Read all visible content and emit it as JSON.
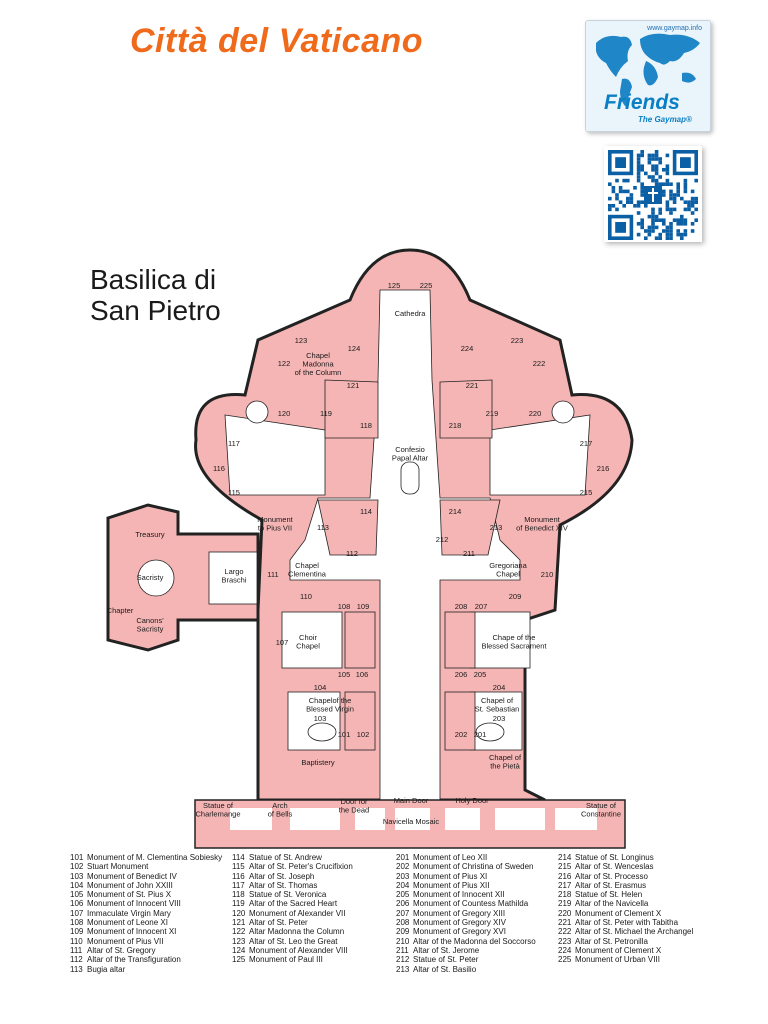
{
  "header": {
    "title": "Città del Vaticano",
    "logo_url": "www.gaymap.info",
    "logo_name": "Friends",
    "logo_tagline": "The Gaymap®",
    "subtitle_line1": "Basilica di",
    "subtitle_line2": "San Pietro"
  },
  "colors": {
    "title": "#f06a1c",
    "floor": "#f5b5b5",
    "wall": "#222222",
    "logo_blue": "#0a7fc4"
  },
  "map": {
    "areas": {
      "cathedra": "Cathedra",
      "chapel_column": "Chapel\nMadonna\nof the Column",
      "confessio": "Confesio\nPapal Altar",
      "monument_pius_vii": "Monument\nto Pius VII",
      "monument_benedict_xiv": "Monument\nof Benedict XIV",
      "treasury": "Treasury",
      "sacristy": "Sacristy",
      "chapter": "Chapter",
      "canons_sacristy": "Canons'\nSacristy",
      "largo_braschi": "Largo\nBraschi",
      "chapel_clementina": "Chapel\nClementina",
      "gregoriana_chapel": "Gregoriana\nChapel",
      "choir_chapel": "Choir\nChapel",
      "blessed_sacrament": "Chape of the\nBlessed Sacrament",
      "blessed_virgin": "Chapelof the\nBlessed Virgin",
      "st_sebastian": "Chapel of\nSt. Sebastian",
      "baptistery": "Baptistery",
      "pieta": "Chapel of\nthe Pietà",
      "charlemagne": "Statue of\nCharlemange",
      "arch_bells": "Arch\nof Bells",
      "door_dead": "Door for\nthe Dead",
      "main_door": "Main Door",
      "holy_door": "Holy Door",
      "constantine": "Statue of\nConstantine",
      "navicella": "Navicella Mosaic"
    },
    "numbers": [
      "101",
      "102",
      "103",
      "104",
      "105",
      "106",
      "107",
      "108",
      "109",
      "110",
      "111",
      "112",
      "113",
      "114",
      "115",
      "116",
      "117",
      "118",
      "119",
      "120",
      "121",
      "122",
      "123",
      "124",
      "125",
      "201",
      "202",
      "203",
      "204",
      "205",
      "206",
      "207",
      "208",
      "209",
      "210",
      "211",
      "212",
      "213",
      "214",
      "215",
      "216",
      "217",
      "218",
      "219",
      "220",
      "221",
      "222",
      "223",
      "224",
      "225"
    ]
  },
  "legend": {
    "col1": [
      {
        "n": "101",
        "t": "Monument of M. Clementina Sobiesky"
      },
      {
        "n": "102",
        "t": "Stuart Monument"
      },
      {
        "n": "103",
        "t": "Monument of Benedict IV"
      },
      {
        "n": "104",
        "t": "Monument of John XXIII"
      },
      {
        "n": "105",
        "t": "Monument of St. Pius X"
      },
      {
        "n": "106",
        "t": "Monument of Innocent VIII"
      },
      {
        "n": "107",
        "t": "Immaculate Virgin Mary"
      },
      {
        "n": "108",
        "t": "Monument of Leone XI"
      },
      {
        "n": "109",
        "t": "Monument of Innocent XI"
      },
      {
        "n": "110",
        "t": "Monument of Pius VII"
      },
      {
        "n": "111",
        "t": "Altar of St. Gregory"
      },
      {
        "n": "112",
        "t": "Altar of the Transfiguration"
      },
      {
        "n": "113",
        "t": "Bugia altar"
      }
    ],
    "col2": [
      {
        "n": "114",
        "t": "Statue of St. Andrew"
      },
      {
        "n": "115",
        "t": "Altar of St. Peter's Crucifixion"
      },
      {
        "n": "116",
        "t": "Altar of St. Joseph"
      },
      {
        "n": "117",
        "t": "Altar of St. Thomas"
      },
      {
        "n": "118",
        "t": "Statue of St. Veronica"
      },
      {
        "n": "119",
        "t": "Altar of the Sacred Heart"
      },
      {
        "n": "120",
        "t": "Monument of Alexander VII"
      },
      {
        "n": "121",
        "t": "Altar of St. Peter"
      },
      {
        "n": "122",
        "t": "Altar Madonna the Column"
      },
      {
        "n": "123",
        "t": "Altar of St. Leo the Great"
      },
      {
        "n": "124",
        "t": "Monument of Alexander VIII"
      },
      {
        "n": "125",
        "t": "Monument of Paul III"
      }
    ],
    "col3": [
      {
        "n": "201",
        "t": "Monument of Leo XII"
      },
      {
        "n": "202",
        "t": "Monument of Christina of Sweden"
      },
      {
        "n": "203",
        "t": "Monument of Pius XI"
      },
      {
        "n": "204",
        "t": "Monument of Pius XII"
      },
      {
        "n": "205",
        "t": "Monument of Innocent XII"
      },
      {
        "n": "206",
        "t": "Monument of Countess Mathilda"
      },
      {
        "n": "207",
        "t": "Monument of Gregory XIII"
      },
      {
        "n": "208",
        "t": "Monument of Gregory XIV"
      },
      {
        "n": "209",
        "t": "Monument of Gregory XVI"
      },
      {
        "n": "210",
        "t": "Altar of the Madonna del Soccorso"
      },
      {
        "n": "211",
        "t": "Altar of St. Jerome"
      },
      {
        "n": "212",
        "t": "Statue of St. Peter"
      },
      {
        "n": "213",
        "t": "Altar of St. Basilio"
      }
    ],
    "col4": [
      {
        "n": "214",
        "t": "Statue of St. Longinus"
      },
      {
        "n": "215",
        "t": "Altar of St. Wenceslas"
      },
      {
        "n": "216",
        "t": "Altar of St. Processo"
      },
      {
        "n": "217",
        "t": "Altar of St. Erasmus"
      },
      {
        "n": "218",
        "t": "Statue of St. Helen"
      },
      {
        "n": "219",
        "t": "Altar of the Navicella"
      },
      {
        "n": "220",
        "t": "Monument of Clement X"
      },
      {
        "n": "221",
        "t": "Altar of St. Peter with Tabitha"
      },
      {
        "n": "222",
        "t": "Altar of St. Michael the Archangel"
      },
      {
        "n": "223",
        "t": "Altar of St. Petronilla"
      },
      {
        "n": "224",
        "t": "Monument of Clement X"
      },
      {
        "n": "225",
        "t": "Monument of Urban VIII"
      }
    ]
  }
}
